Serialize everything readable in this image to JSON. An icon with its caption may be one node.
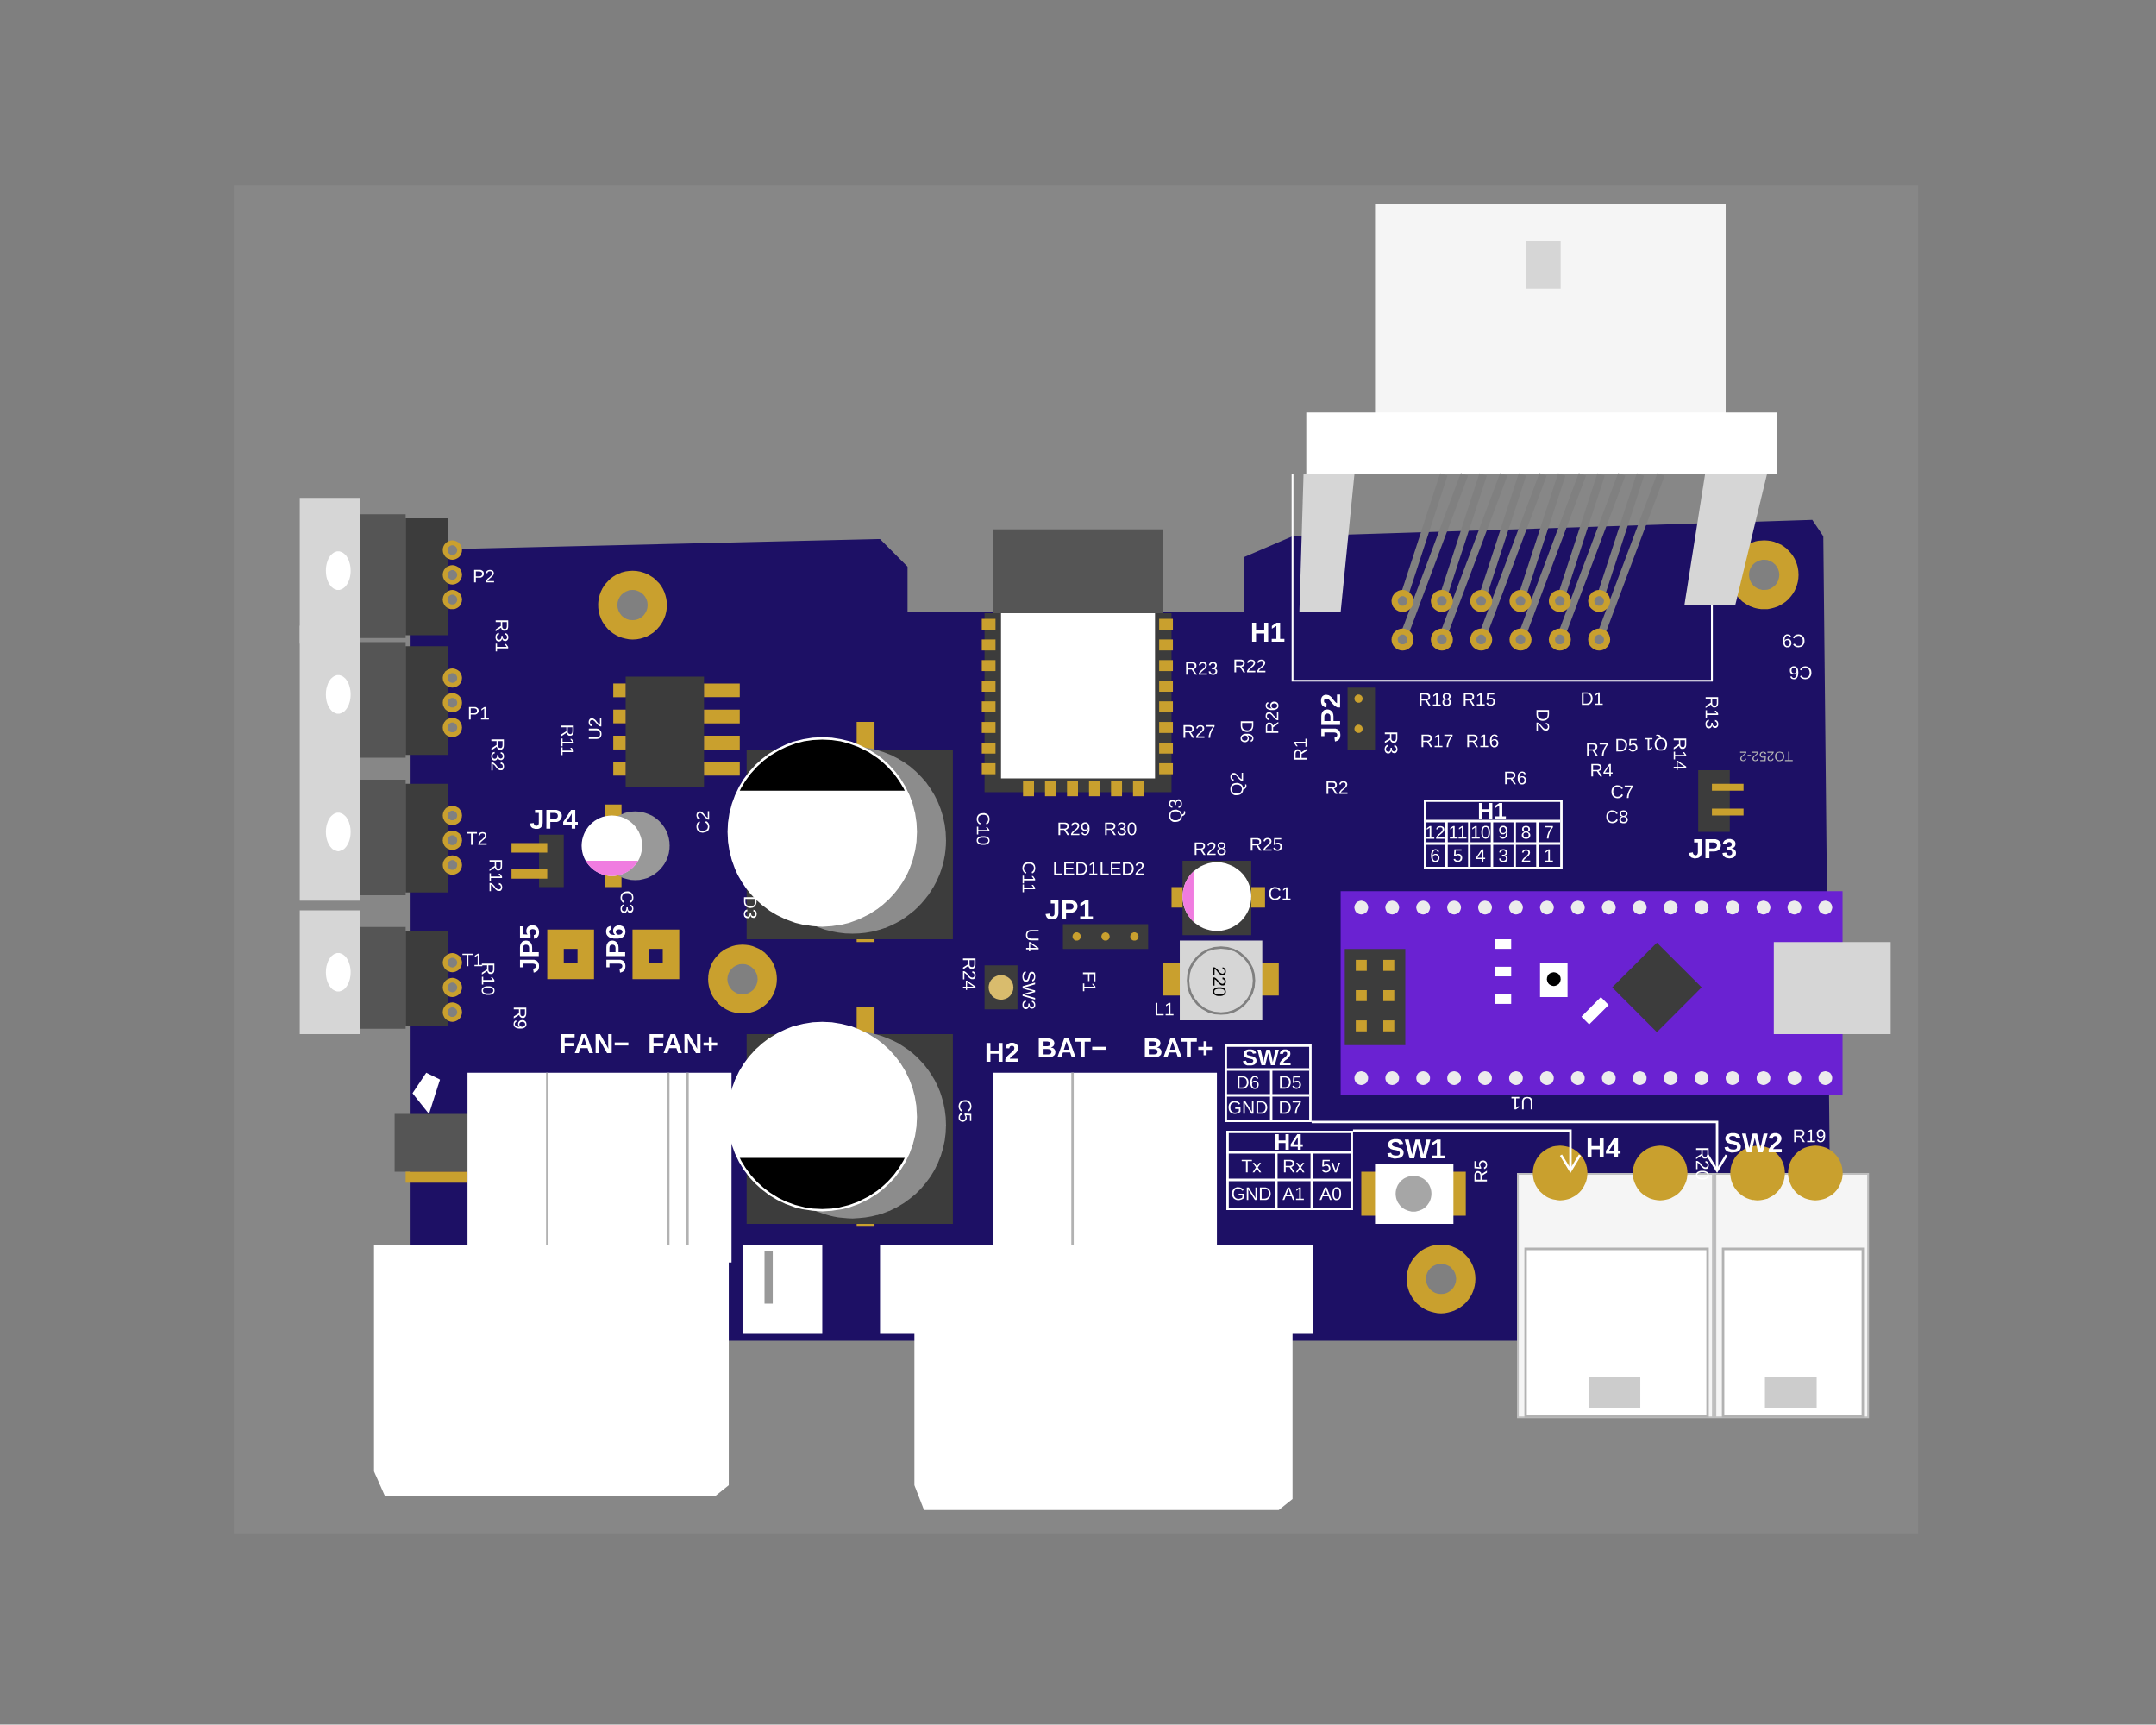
{
  "diagram": {
    "nodes": [
      {
        "text": [
          "SW2",
          "D6",
          "D5",
          "GND",
          "D7"
        ]
      },
      {
        "text": [
          "H4",
          "Tx",
          "Rx",
          "5v",
          "GND",
          "A1",
          "A0"
        ]
      },
      {
        "text": [],
        "shape": "box",
        "beside": [
          "H4"
        ]
      },
      {
        "text": [],
        "shape": "box",
        "beside": [
          "SW2"
        ]
      },
      {
        "text": [
          "H1",
          "12",
          "11",
          "10",
          "9",
          "8",
          "7",
          "6",
          "5",
          "4",
          "3",
          "2",
          "1"
        ]
      }
    ],
    "edges": [
      {
        "from": 0,
        "to": 3,
        "arrow": "to"
      },
      {
        "from": 1,
        "to": 2,
        "arrow": "to"
      }
    ],
    "labels": [
      "C9",
      "H1",
      "R23",
      "R22",
      "C6",
      "P2",
      "R31",
      "R18",
      "R15",
      "D1",
      "R26",
      "JP2",
      "D2",
      "R13",
      "P1",
      "U2",
      "R11",
      "R27",
      "D6",
      "R1",
      "R3",
      "R17",
      "R16",
      "R7",
      "D5",
      "Q1",
      "R14",
      "TO252-2",
      "R32",
      "R4",
      "R6",
      "Q2",
      "R2",
      "C7",
      "T2",
      "JP4",
      "C2",
      "C10",
      "R29",
      "R30",
      "Q3",
      "R28",
      "R25",
      "C8",
      "JP3",
      "LED1",
      "LED2",
      "R12",
      "C11",
      "C1",
      "C3",
      "D3",
      "JP1",
      "U4",
      "JP5",
      "JP6",
      "T1",
      "R10",
      "R24",
      "SW3",
      "F1",
      "220",
      "L1",
      "R9",
      "FAN−",
      "FAN+",
      "H2",
      "BAT−",
      "BAT+",
      "U1",
      "C5",
      "R19",
      "SW1",
      "R20",
      "R5"
    ]
  }
}
